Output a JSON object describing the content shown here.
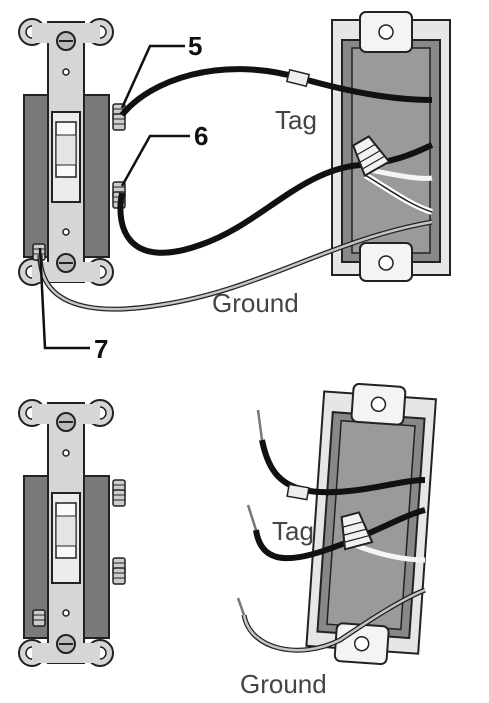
{
  "callouts": {
    "c5": "5",
    "c6": "6",
    "c7": "7"
  },
  "labels": {
    "top_tag": "Tag",
    "top_ground": "Ground",
    "bottom_tag": "Tag",
    "bottom_ground": "Ground"
  },
  "colors": {
    "plate": "#cfcfcf",
    "body": "#7a7a7a",
    "box_inner": "#8a8a8a",
    "wire_black": "#111111",
    "wire_ground": "#a8a8a8",
    "outline": "#222222"
  }
}
